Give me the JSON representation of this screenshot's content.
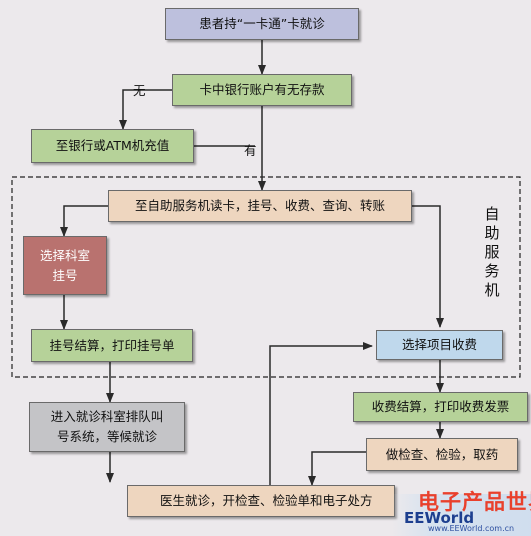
{
  "nodes": {
    "start": "患者持“一卡通”卡就诊",
    "check_balance": "卡中银行账户有无存款",
    "recharge": "至银行或ATM机充值",
    "kiosk_ops": "至自助服务机读卡，挂号、收费、查询、转账",
    "select_dept_line1": "选择科室",
    "select_dept_line2": "挂号",
    "reg_settle": "挂号结算，打印挂号单",
    "select_items": "选择项目收费",
    "queue_line1": "进入就诊科室排队叫",
    "queue_line2": "号系统，等候就诊",
    "fee_settle": "收费结算，打印收费发票",
    "exam": "做检查、检验，取药",
    "doctor": "医生就诊，开检查、检验单和电子处方"
  },
  "edge_labels": {
    "no": "无",
    "yes": "有"
  },
  "region_label": [
    "自",
    "助",
    "服",
    "务",
    "机"
  ],
  "watermark": {
    "title": "电子产品世界",
    "subtitle": "EEWorld",
    "url": "www.EEWorld.com.cn"
  }
}
